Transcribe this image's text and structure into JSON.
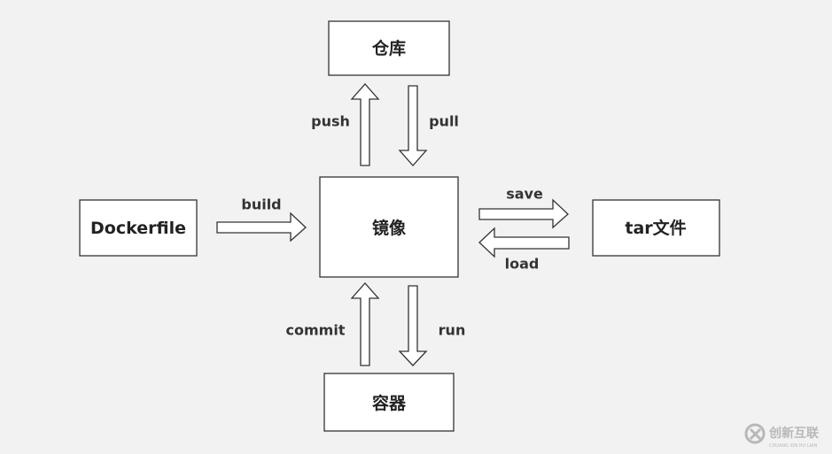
{
  "nodes": {
    "repository": "仓库",
    "image": "镜像",
    "dockerfile": "Dockerfile",
    "tar_file": "tar文件",
    "container": "容器"
  },
  "edges": {
    "push": "push",
    "pull": "pull",
    "build": "build",
    "save": "save",
    "load": "load",
    "commit": "commit",
    "run": "run"
  },
  "watermark": {
    "text": "创新互联",
    "subtext": "CHUANG XIN HU LIAN"
  }
}
